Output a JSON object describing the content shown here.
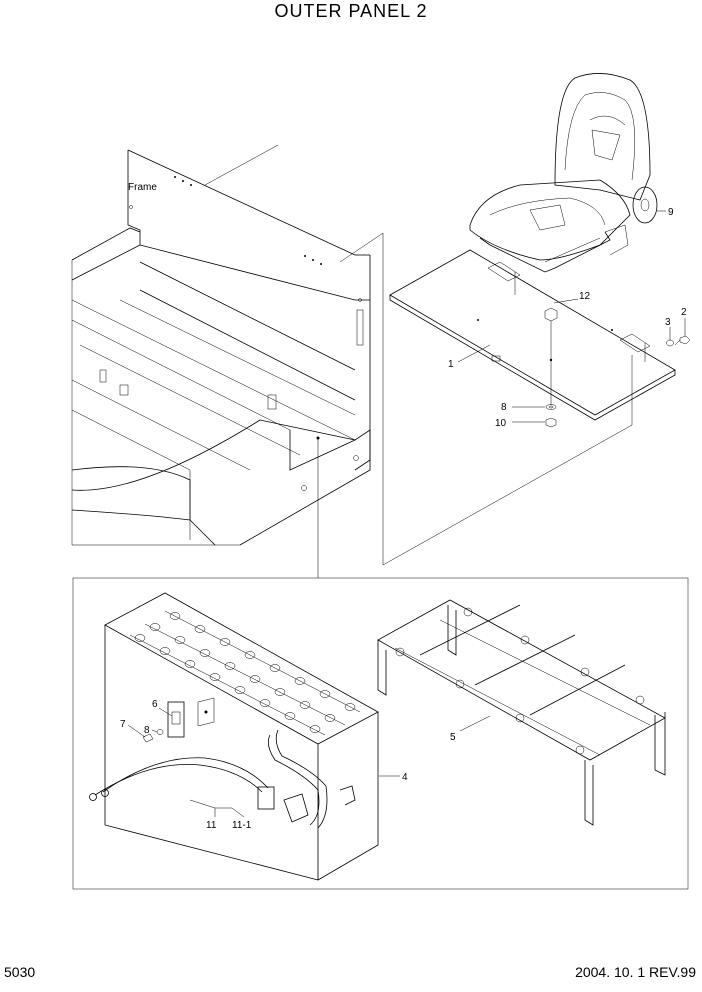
{
  "title": "OUTER PANEL 2",
  "page_number": "5030",
  "revision": "2004. 10. 1 REV.99",
  "labels": {
    "frame": "Frame",
    "p1": "1",
    "p2": "2",
    "p3": "3",
    "p4": "4",
    "p5": "5",
    "p6": "6",
    "p7": "7",
    "p8_top": "8",
    "p8_bottom": "8",
    "p9": "9",
    "p10": "10",
    "p11": "11",
    "p11_1": "11-1",
    "p12": "12"
  }
}
